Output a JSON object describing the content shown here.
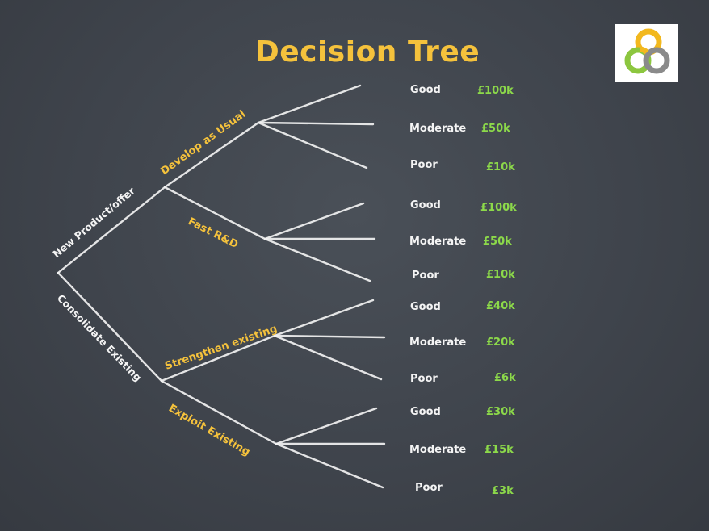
{
  "slide": {
    "title": "Decision Tree",
    "root_branches": [
      "New Product/offer",
      "Consolidate Existing"
    ],
    "sub_branches": [
      "Develop as Usual",
      "Fast R&D",
      "Strengthen existing",
      "Exploit Existing"
    ],
    "outcomes": [
      {
        "label": "Good",
        "value": "£100k"
      },
      {
        "label": "Moderate",
        "value": "£50k"
      },
      {
        "label": "Poor",
        "value": "£10k"
      },
      {
        "label": "Good",
        "value": "£100k"
      },
      {
        "label": "Moderate",
        "value": "£50k"
      },
      {
        "label": "Poor",
        "value": "£10k"
      },
      {
        "label": "Good",
        "value": "£40k"
      },
      {
        "label": "Moderate",
        "value": "£20k"
      },
      {
        "label": "Poor",
        "value": "£6k"
      },
      {
        "label": "Good",
        "value": "£30k"
      },
      {
        "label": "Moderate",
        "value": "£15k"
      },
      {
        "label": "Poor",
        "value": "£3k"
      }
    ],
    "colors": {
      "background": "#3f444c",
      "chalk": "#f2f2f2",
      "accent_yellow": "#f5c23c",
      "value_green": "#8cd94a",
      "logo_gold": "#f2b81e",
      "logo_green": "#8cc63f",
      "logo_grey": "#8a8a8a"
    }
  }
}
